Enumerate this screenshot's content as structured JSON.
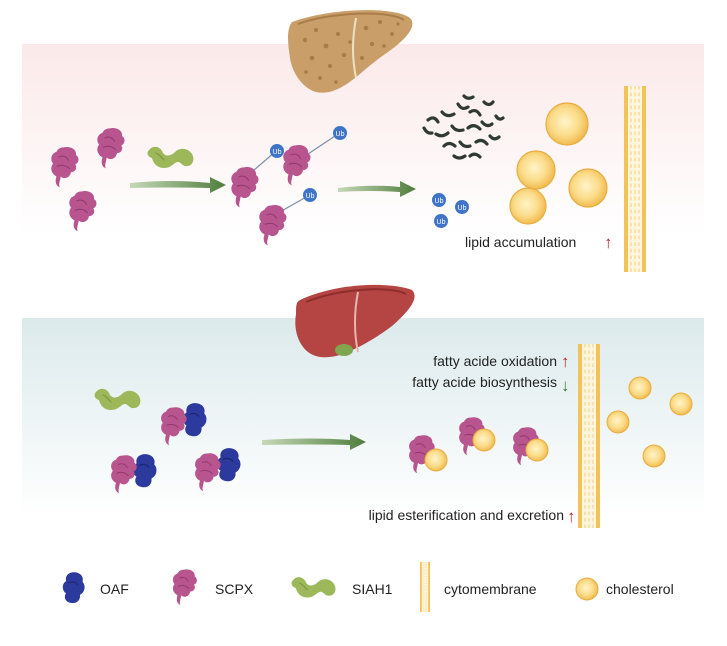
{
  "top_panel": {
    "ub_tag": "Ub",
    "lipid_accumulation": "lipid accumulation",
    "trend_up": "↑"
  },
  "bottom_panel": {
    "fatty_acid_oxidation": "fatty acide oxidation",
    "fatty_acid_biosynthesis": "fatty acide biosynthesis",
    "lipid_esterification": "lipid esterification and excretion",
    "trend_up": "↑",
    "trend_down": "↓"
  },
  "legend": {
    "oaf": "OAF",
    "scpx": "SCPX",
    "siah1": "SIAH1",
    "cytomembrane": "cytomembrane",
    "cholesterol": "cholesterol"
  },
  "colors": {
    "scpx": "#b8548e",
    "oaf": "#2c3a9e",
    "siah1": "#9cb85a",
    "ub": "#3f74c6",
    "cholesterol": "#f5c95e",
    "membrane": "#f3c35a",
    "arrow": "#5d8a47",
    "up_arrow": "#b3282d",
    "down_arrow": "#3d7a32"
  }
}
